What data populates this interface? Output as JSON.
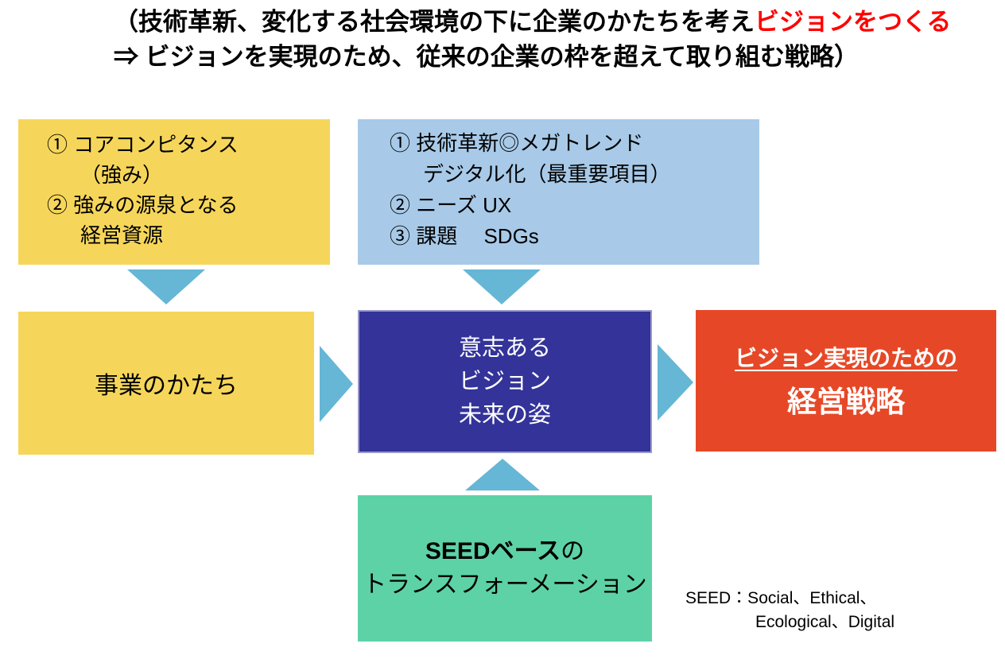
{
  "title": {
    "line1_black": "（技術革新、変化する社会環境の下に企業のかたちを考え",
    "line1_red": "ビジョンをつくる",
    "line2": "⇒ ビジョンを実現のため、従来の企業の枠を超えて取り組む戦略）"
  },
  "boxes": {
    "core_competence": {
      "lines": [
        "① コアコンピタンス",
        "（強み）",
        "② 強みの源泉となる",
        "経営資源"
      ]
    },
    "external_environment": {
      "lines": [
        "① 技術革新◎メガトレンド",
        "デジタル化（最重要項目）",
        "② ニーズ UX",
        "③ 課題　 SDGs"
      ]
    },
    "business_shape": {
      "label": "事業のかたち"
    },
    "vision": {
      "lines": [
        "意志ある",
        "ビジョン",
        "未来の姿"
      ]
    },
    "management_strategy": {
      "line1": "ビジョン実現のための",
      "line2": "経営戦略"
    },
    "seed_transformation": {
      "line1_bold": "SEEDベース",
      "line1_suffix": "の",
      "line2": "トランスフォーメーション"
    }
  },
  "footnote": {
    "line1": "SEED：Social、Ethical、",
    "line2": "Ecological、Digital"
  },
  "colors": {
    "yellow": "#F6D65A",
    "light_blue": "#A8CAE8",
    "navy": "#333399",
    "navy_border": "#9898CC",
    "red_box": "#E64827",
    "green": "#5DD2A6",
    "arrow_blue": "#66B6D6",
    "title_red": "#FF0000",
    "text": "#000000",
    "white_text": "#FFFFFF"
  }
}
